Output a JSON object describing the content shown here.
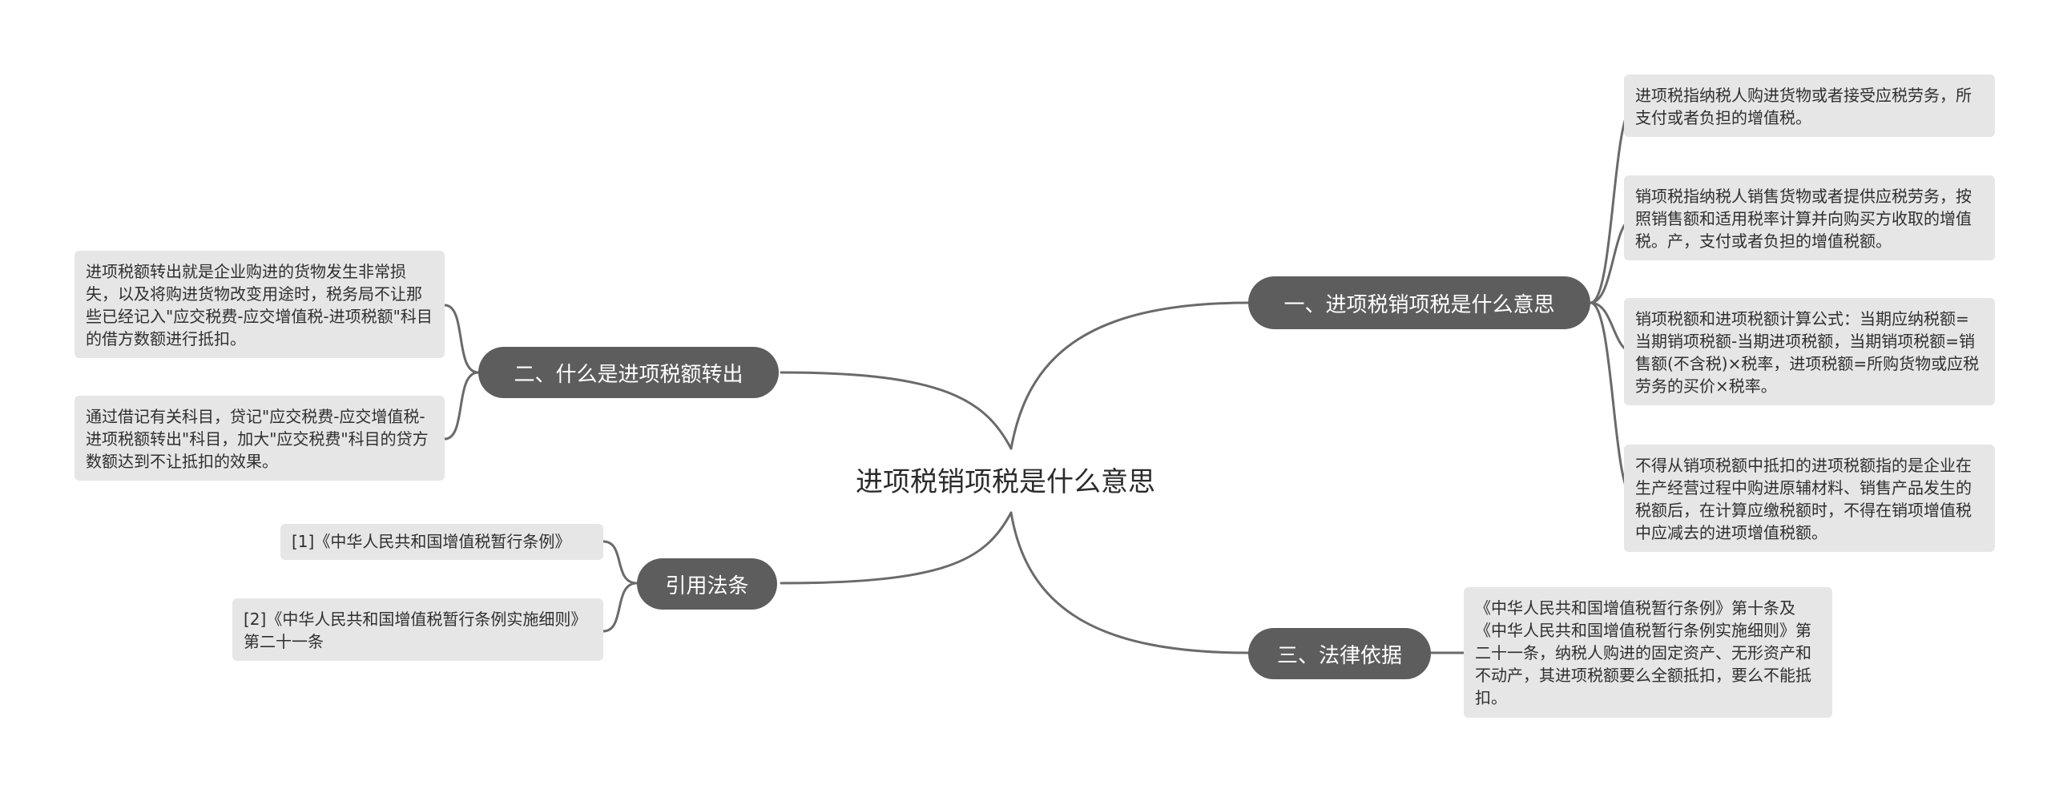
{
  "center": {
    "label": "进项税销项税是什么意思"
  },
  "branches": {
    "b1": {
      "label": "一、进项税销项税是什么意思"
    },
    "b2": {
      "label": "二、什么是进项税额转出"
    },
    "b3": {
      "label": "三、法律依据"
    },
    "b4": {
      "label": "引用法条"
    }
  },
  "leaves": {
    "b1_1": {
      "text": "进项税指纳税人购进货物或者接受应税劳务，所支付或者负担的增值税。"
    },
    "b1_2": {
      "text": "销项税指纳税人销售货物或者提供应税劳务，按照销售额和适用税率计算并向购买方收取的增值税。产，支付或者负担的增值税额。"
    },
    "b1_3": {
      "text": "销项税额和进项税额计算公式：当期应纳税额=当期销项税额-当期进项税额，当期销项税额=销售额(不含税)×税率，进项税额=所购货物或应税劳务的买价×税率。"
    },
    "b1_4": {
      "text": "不得从销项税额中抵扣的进项税额指的是企业在生产经营过程中购进原辅材料、销售产品发生的税额后，在计算应缴税额时，不得在销项增值税中应减去的进项增值税额。"
    },
    "b2_1": {
      "text": "进项税额转出就是企业购进的货物发生非常损失，以及将购进货物改变用途时，税务局不让那些已经记入\"应交税费-应交增值税-进项税额\"科目的借方数额进行抵扣。"
    },
    "b2_2": {
      "text": "通过借记有关科目，贷记\"应交税费-应交增值税-进项税额转出\"科目，加大\"应交税费\"科目的贷方数额达到不让抵扣的效果。"
    },
    "b3_1": {
      "text": "《中华人民共和国增值税暂行条例》第十条及《中华人民共和国增值税暂行条例实施细则》第二十一条，纳税人购进的固定资产、无形资产和不动产，其进项税额要么全额抵扣，要么不能抵扣。"
    },
    "b4_1": {
      "text": "[1]《中华人民共和国增值税暂行条例》"
    },
    "b4_2": {
      "text": "[2]《中华人民共和国增值税暂行条例实施细则》 第二十一条"
    }
  },
  "colors": {
    "branch_fill": "#5d5d5d",
    "branch_text": "#ffffff",
    "leaf_fill": "#e6e6e6",
    "connector": "#6a6a6a"
  }
}
